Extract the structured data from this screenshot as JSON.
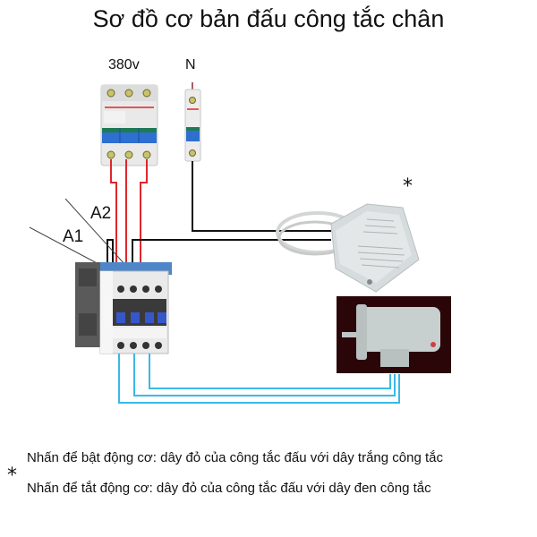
{
  "title": "Sơ đồ cơ bản đấu công tắc chân",
  "labels": {
    "supply_3phase": "380v",
    "neutral": "N",
    "coil_a1": "A1",
    "coil_a2": "A2",
    "asterisk": "*"
  },
  "components": {
    "breaker_3p": "3-pole circuit breaker",
    "breaker_1p": "1-pole neutral breaker",
    "contactor": "contactor",
    "foot_switch": "foot switch pedal",
    "motor": "3-phase motor"
  },
  "colors": {
    "phase_wire": "#e0262b",
    "control_wire": "#111111",
    "motor_wire": "#3ab9e6",
    "breaker_blue": "#2f6fd0",
    "motor_bg": "#2a0608"
  },
  "notes": [
    "Nhấn để bật động cơ: dây đỏ của công tắc đấu với dây trắng công tắc",
    "Nhấn để tắt động cơ: dây đỏ của công tắc đấu với dây đen công tắc"
  ]
}
